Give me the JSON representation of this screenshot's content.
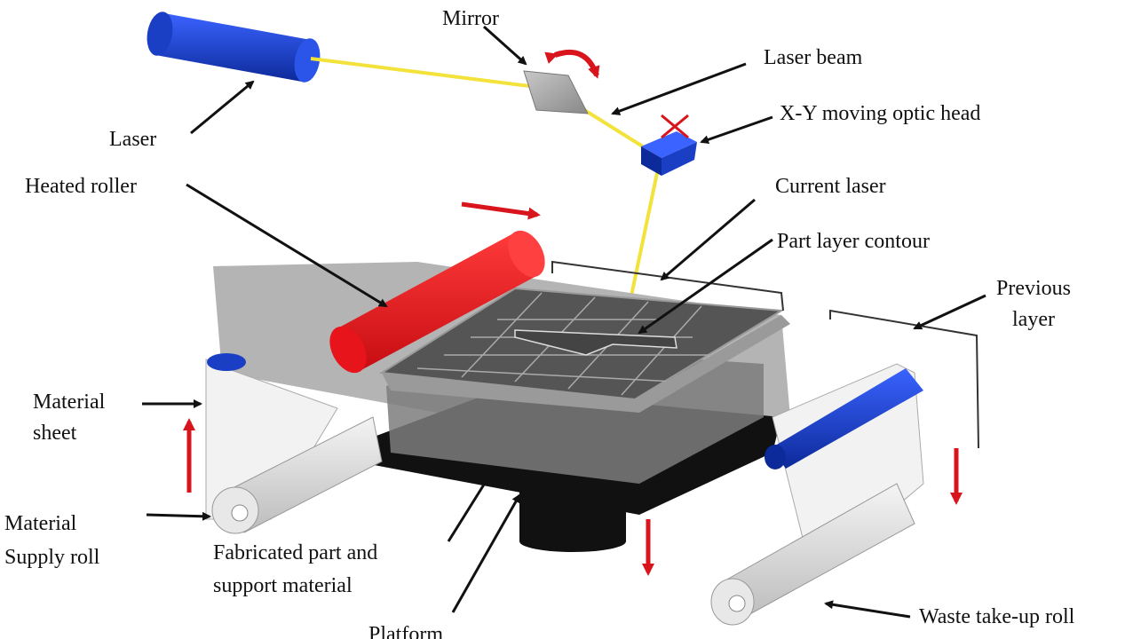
{
  "labels": {
    "mirror": "Mirror",
    "laser_beam": "Laser beam",
    "optic_head": "X-Y moving optic head",
    "laser": "Laser",
    "heated_roller": "Heated roller",
    "current_laser": "Current laser",
    "part_layer_contour": "Part layer contour",
    "previous_layer_1": "Previous",
    "previous_layer_2": "layer",
    "material_sheet_1": "Material",
    "material_sheet_2": "sheet",
    "supply_roll_1": "Material",
    "supply_roll_2": "Supply roll",
    "fabricated_part_1": "Fabricated part and",
    "fabricated_part_2": "support material",
    "platform": "Platform",
    "waste_roll": "Waste take-up roll"
  },
  "colors": {
    "laser_body": "#1a3fc4",
    "beam": "#f2e23a",
    "roller": "#e8141c",
    "motion_arrow": "#d8141c",
    "sheet": "#a8a8a8",
    "platform": "#111111"
  }
}
